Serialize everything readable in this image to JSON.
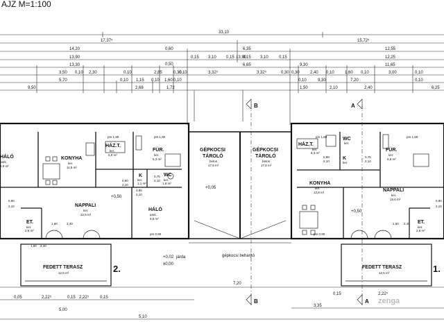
{
  "header": {
    "title": "AJZ  M=1:100"
  },
  "dimensions": {
    "total": "33,10",
    "row1": [
      "17,37⁵",
      "15,72⁵"
    ],
    "row2": [
      "14,20",
      "6,35",
      "12,55"
    ],
    "row3": [
      "13,90",
      "13,90",
      "12,25"
    ],
    "row4": [
      "13,30",
      "6,65",
      "11,65"
    ],
    "row5_left": [
      "3,50",
      "0,10",
      "2,30",
      "0,10",
      "2,85",
      "0,30"
    ],
    "row5_right": [
      "0,30",
      "2,40",
      "0,10",
      "1,60",
      "0,10",
      "3,00",
      "0,10"
    ],
    "row6_left": [
      "5,70",
      "0,10",
      "1,15",
      "0,10",
      "1,60",
      "0,10"
    ],
    "row6_right": [
      "0,10",
      "9,30",
      "7,20",
      "0,10"
    ],
    "row7": [
      "9,50",
      "2,68",
      "1,72",
      "1,50",
      "2,10",
      "2,40",
      "6,25"
    ],
    "misc": [
      "0,15",
      "3,10",
      "0,15",
      "0,15",
      "3,10",
      "0,15",
      "0,60",
      "0,50",
      "0,10",
      "3,32⁵",
      "3,32⁵",
      "0,30",
      "9,30"
    ],
    "bottom": [
      "7,20",
      "5,10",
      "3,35",
      "5,00",
      "2,22⁵",
      "2,22⁵",
      "0,05",
      "0,15",
      "0,15",
      "0,15",
      "2,22⁵"
    ]
  },
  "rooms": {
    "halo_left": {
      "name": "HÁLÓ",
      "sub": "park.",
      "area": "2,9 m²"
    },
    "konyha_left": {
      "name": "KONYHA",
      "sub": "ker.",
      "area": "11,5 m²"
    },
    "hazt_left": {
      "name": "HÁZ.T.",
      "sub": "ker.",
      "area": "5,9 m²"
    },
    "furd_left": {
      "name": "FÜR.",
      "sub": "ker.",
      "area": "6,3 m²"
    },
    "k_left": {
      "name": "K",
      "sub": "ker.",
      "area": "1,1 m²"
    },
    "wc_left": {
      "name": "WC",
      "sub": "ker.",
      "area": "1,8 m²"
    },
    "nappali_left": {
      "name": "NAPPALI",
      "sub": "ker.",
      "area": "22,5 m²"
    },
    "halo2_left": {
      "name": "HÁLÓ",
      "sub": "park.",
      "area": "9,6 m²"
    },
    "et_left": {
      "name": "ET.",
      "sub": "ker.",
      "area": "2,6 m²"
    },
    "terasz_left": {
      "name": "FEDETT TERASZ",
      "sub": "",
      "area": "12,5 m²"
    },
    "garage_left": {
      "name": "GÉPKOCSI",
      "name2": "TÁROLÓ",
      "sub": "beton",
      "area": "17,5 m²"
    },
    "garage_right": {
      "name": "GÉPKOCSI",
      "name2": "TÁROLÓ",
      "sub": "beton",
      "area": "17,5 m²"
    },
    "hazt_right": {
      "name": "HÁZ.T.",
      "sub": "ker.",
      "area": "6,3 m²"
    },
    "wc_right": {
      "name": "WC",
      "sub": "ker.",
      "area": ""
    },
    "k_right": {
      "name": "K",
      "sub": "ker.",
      "area": ""
    },
    "furd_right": {
      "name": "FÜR.",
      "sub": "ker.",
      "area": "6,8 m²"
    },
    "konyha_right": {
      "name": "KONYHA",
      "sub": "ker.",
      "area": "12,8 m²"
    },
    "nappali_right": {
      "name": "NAPPALI",
      "sub": "ker.",
      "area": "19,6 m²"
    },
    "et_right": {
      "name": "ET.",
      "sub": "ker.",
      "area": "2,6 m²"
    },
    "terasz_right": {
      "name": "FEDETT TERASZ",
      "sub": "",
      "area": "12,5 m²"
    }
  },
  "labels": {
    "unit2": "2.",
    "unit1": "1.",
    "driveway": "gépkocsi beharjtó",
    "sidewalk": "járda",
    "level_garage": "+0,05",
    "level_left": "+0,50",
    "level_right": "+0,50",
    "level_walk": "+0,02",
    "level_zero": "±0,00",
    "section_b": "B",
    "section_a": "A",
    "pm_labels": [
      "pm 1,80",
      "pm 1,80",
      "pm 1,80",
      "pm 1,80",
      "pm 0,90",
      "pm 0,90"
    ],
    "window_dims": [
      "0,90",
      "2,10",
      "0,90",
      "2,10",
      "0,75",
      "2,10",
      "0,90",
      "2,10",
      "1,60",
      "2,40",
      "1,60",
      "2,40",
      "0,90",
      "2,10",
      "0,75",
      "2,10",
      "0,90",
      "2,10",
      "1,60",
      "2,40"
    ],
    "watermark": "zenga"
  }
}
